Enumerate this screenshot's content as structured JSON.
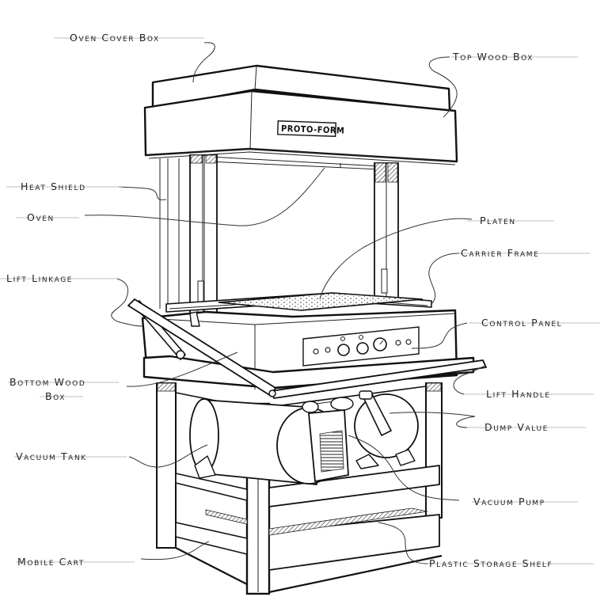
{
  "diagram": {
    "title": "Proto-Form Vacuum Forming Machine",
    "brand_plate": "PROTO-FORM",
    "labels": {
      "oven_cover_box": "Oven Cover Box",
      "top_wood_box": "Top Wood Box",
      "heat_shield": "Heat Shield",
      "oven": "Oven",
      "platen": "Platen",
      "carrier_frame": "Carrier Frame",
      "lift_linkage": "Lift Linkage",
      "control_panel": "Control Panel",
      "bottom_wood_box_line1": "Bottom Wood",
      "bottom_wood_box_line2": "Box",
      "lift_handle": "Lift Handle",
      "dump_valve": "Dump Value",
      "vacuum_tank": "Vacuum Tank",
      "vacuum_pump": "Vacuum Pump",
      "mobile_cart": "Mobile Cart",
      "plastic_storage_shelf": "Plastic Storage Shelf"
    },
    "colors": {
      "ink": "#111111",
      "paper": "#ffffff",
      "guide_line": "#aaaaaa"
    }
  }
}
